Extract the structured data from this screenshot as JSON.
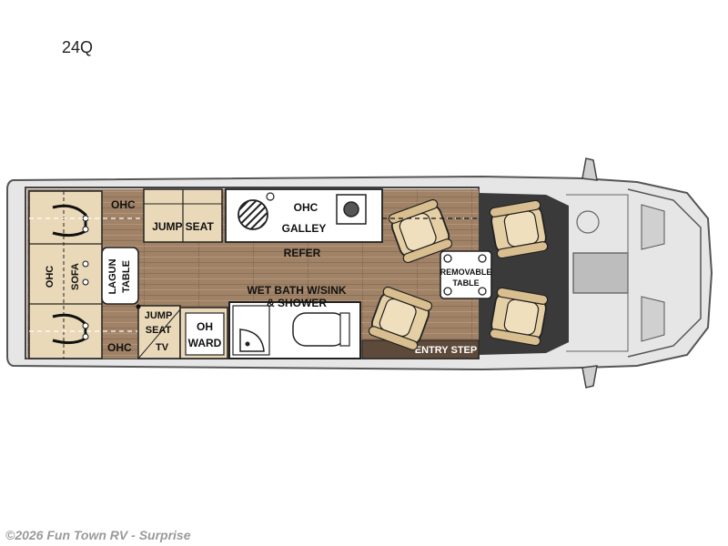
{
  "model_name": "24Q",
  "watermark": "©2026 Fun Town RV - Surprise",
  "labels": {
    "ohc_top": "OHC",
    "ohc_bottom": "OHC",
    "ohc_sofa_a": "OHC",
    "ohc_sofa_b": "SOFA",
    "jump_seat_top": "JUMP SEAT",
    "ohc_galley_a": "OHC",
    "ohc_galley_b": "GALLEY",
    "refer": "REFER",
    "lagun_a": "LAGUN",
    "lagun_b": "TABLE",
    "jump_seat_a": "JUMP",
    "jump_seat_b": "SEAT",
    "tv": "TV",
    "oh_ward_a": "OH",
    "oh_ward_b": "WARD",
    "wet_bath_a": "WET BATH W/SINK",
    "wet_bath_b": "& SHOWER",
    "removable_a": "REMOVABLE",
    "removable_b": "TABLE",
    "entry_step": "ENTRY STEP"
  },
  "colors": {
    "floor": "#a08266",
    "cabinet": "#ead9b9",
    "body": "#e6e6e6",
    "cab_floor": "#3a3a3a",
    "entry_step": "#5e4a3a",
    "seat": "#e5cfa4"
  }
}
